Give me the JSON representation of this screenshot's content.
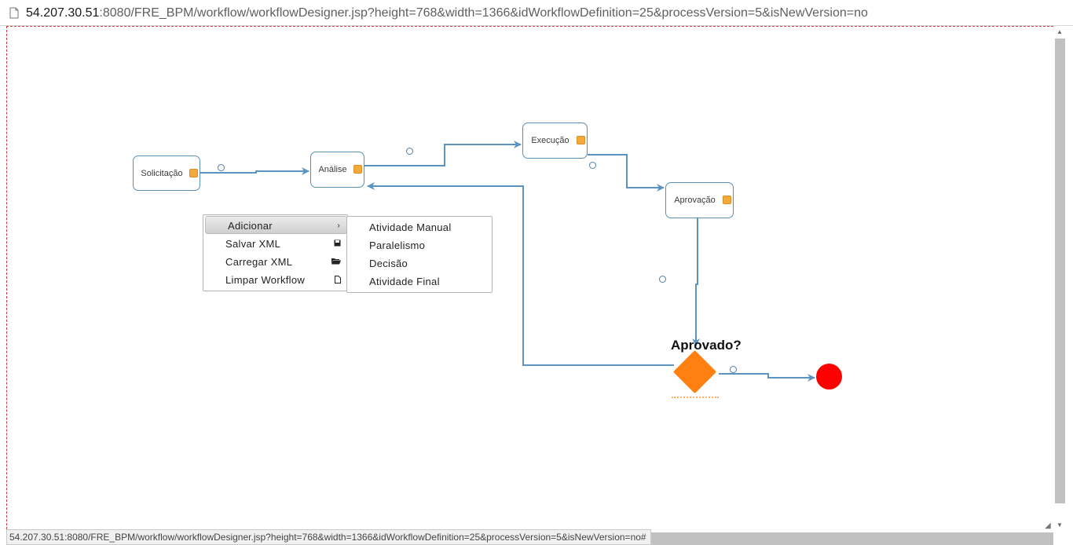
{
  "browser": {
    "url_host": "54.207.30.51",
    "url_rest": ":8080/FRE_BPM/workflow/workflowDesigner.jsp?height=768&width=1366&idWorkflowDefinition=25&processVersion=5&isNewVersion=no",
    "status_url": "54.207.30.51:8080/FRE_BPM/workflow/workflowDesigner.jsp?height=768&width=1366&idWorkflowDefinition=25&processVersion=5&isNewVersion=no#"
  },
  "workflow": {
    "nodes": [
      {
        "id": "solicitacao",
        "label": "Solicitação"
      },
      {
        "id": "analise",
        "label": "Análise"
      },
      {
        "id": "execucao",
        "label": "Execução"
      },
      {
        "id": "aprovacao",
        "label": "Aprovação"
      }
    ],
    "decision": {
      "label": "Aprovado?",
      "color": "#ff7f10"
    },
    "end_node": {
      "color": "#ff0000"
    },
    "edge_color": "#5b93c1"
  },
  "context_menu": {
    "items": [
      {
        "label": "Adicionar",
        "icon": "chevron-right-icon"
      },
      {
        "label": "Salvar XML",
        "icon": "save-icon"
      },
      {
        "label": "Carregar XML",
        "icon": "folder-open-icon"
      },
      {
        "label": "Limpar Workflow",
        "icon": "document-icon"
      }
    ],
    "active_item": "Adicionar"
  },
  "submenu": {
    "items": [
      {
        "label": "Atividade Manual"
      },
      {
        "label": "Paralelismo"
      },
      {
        "label": "Decisão"
      },
      {
        "label": "Atividade Final"
      }
    ]
  }
}
